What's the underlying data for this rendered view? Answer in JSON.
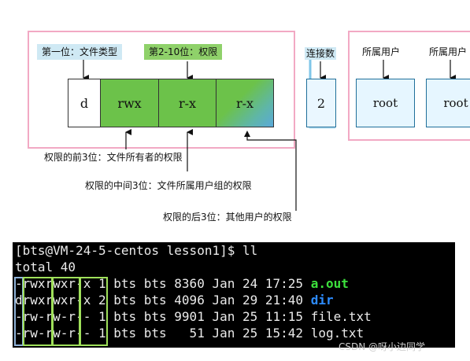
{
  "diagram": {
    "top_labels": {
      "first_bit": "第一位：文件类型",
      "bits_2_10": "第2-10位：权限",
      "link_count": "连接数",
      "owner_user": "所属用户",
      "group_user": "所属用户"
    },
    "cells": {
      "type": "d",
      "owner_perm": "rwx",
      "group_perm": "r-x",
      "other_perm": "r-x",
      "links": "2",
      "user": "root",
      "group": "root"
    },
    "notes": {
      "first3": "权限的前3位：文件所有者的权限",
      "middle3": "权限的中间3位：文件所属用户组的权限",
      "last3": "权限的后3位：其他用户的权限"
    }
  },
  "terminal": {
    "prompt": "[bts@VM-24-5-centos lesson1]$ ll",
    "total": "total 40",
    "rows": [
      {
        "prefix": "-rwxrwxr-x 1 bts bts 8360 Jan 24 17:25 ",
        "name": "a.out"
      },
      {
        "prefix": "drwxrwxr-x 2 bts bts 4096 Jan 29 21:40 ",
        "name": "dir"
      },
      {
        "prefix": "-rw-rw-r-- 1 bts bts 9901 Jan 25 11:15 ",
        "name": "file.txt"
      },
      {
        "prefix": "-rw-rw-r-- 1 bts bts   51 Jan 25 15:42 ",
        "name": "log.txt"
      }
    ],
    "colors": {
      "bg": "#000000",
      "exec": "#3ce03c",
      "dir": "#2d8cff",
      "highlight_green": "#9fe05a",
      "highlight_blue": "#8fb2d8"
    }
  },
  "watermark": "CSDN @呀小边同学"
}
